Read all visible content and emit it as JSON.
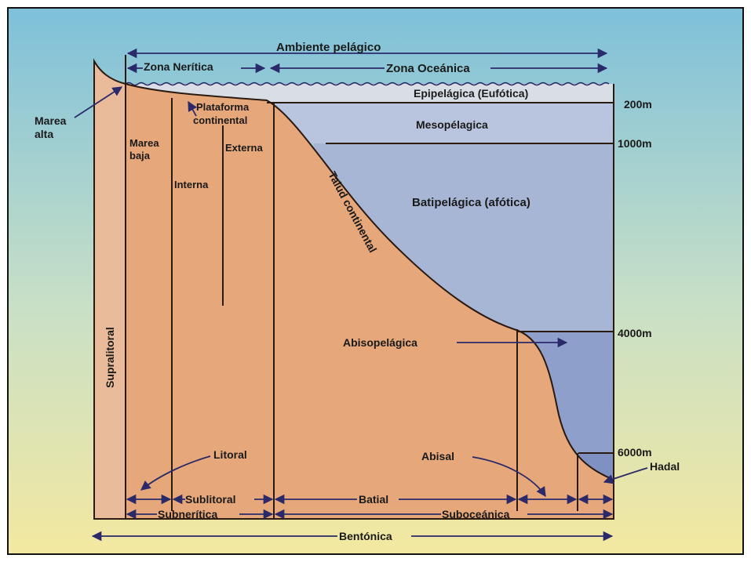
{
  "colors": {
    "sky_top": "#7ec0da",
    "sky_bottom": "#f3e8a0",
    "seabed": "#e6a77a",
    "supralitoral": "#e9bb9a",
    "epipelagic": "#d9dde6",
    "mesopelagic": "#b9c4de",
    "bathypelagic": "#a8b6d6",
    "abyssopelagic": "#8f9fcb",
    "hadal": "#7f90c2",
    "arrow": "#2a2a6a",
    "outline": "#2a1a10"
  },
  "pelagic": {
    "ambiente": "Ambiente pelágico",
    "neritica": "Zona Nerítica",
    "oceanica": "Zona Oceánica"
  },
  "layers": {
    "epipelagica": "Epipelágica (Eufótica)",
    "mesopelagica": "Mesopélagica",
    "batipelagica": "Batipelágica (afótica)",
    "abisopelagica": "Abisopelágica",
    "hadal": "Hadal"
  },
  "depths": {
    "d200": "200m",
    "d1000": "1000m",
    "d4000": "4000m",
    "d6000": "6000m"
  },
  "coast": {
    "marea_alta": [
      "Marea",
      "alta"
    ],
    "marea_baja": [
      "Marea",
      "baja"
    ],
    "plataforma": [
      "Plataforma",
      "continental"
    ],
    "externa": "Externa",
    "interna": "Interna",
    "talud": "Talud continental",
    "supralitoral": "Supralitoral"
  },
  "benthic": {
    "litoral": "Litoral",
    "abisal": "Abisal",
    "sublitoral": "Sublitoral",
    "batial": "Batial",
    "subneritica": "Subnerítica",
    "suboceanica": "Suboceánica",
    "bentonica": "Bentónica"
  }
}
